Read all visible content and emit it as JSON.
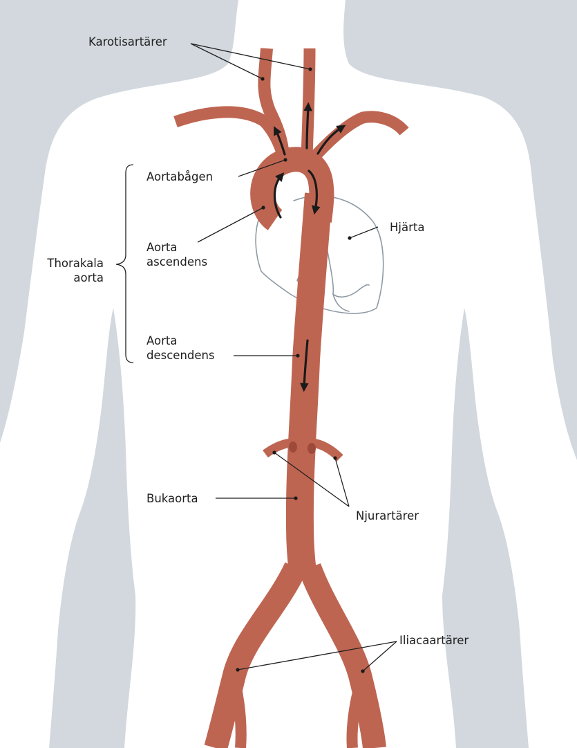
{
  "labels": {
    "karotis": "Karotisartärer",
    "aortabagen": "Aortabågen",
    "thorakala": [
      "Thorakala",
      "aorta"
    ],
    "ascendens": [
      "Aorta",
      "ascendens"
    ],
    "descendens": [
      "Aorta",
      "descendens"
    ],
    "hjarta": "Hjärta",
    "bukaorta": "Bukaorta",
    "njurartarer": "Njurartärer",
    "iliaca": "Iliacaartärer"
  },
  "colors": {
    "background": "#d2d8de",
    "body": "#ffffff",
    "artery": "#be6552",
    "artery_dark": "#9e4a3a",
    "heart_outline": "#8f9aa3",
    "arrow": "#1a1a1a",
    "leader": "#1f1f1f"
  }
}
